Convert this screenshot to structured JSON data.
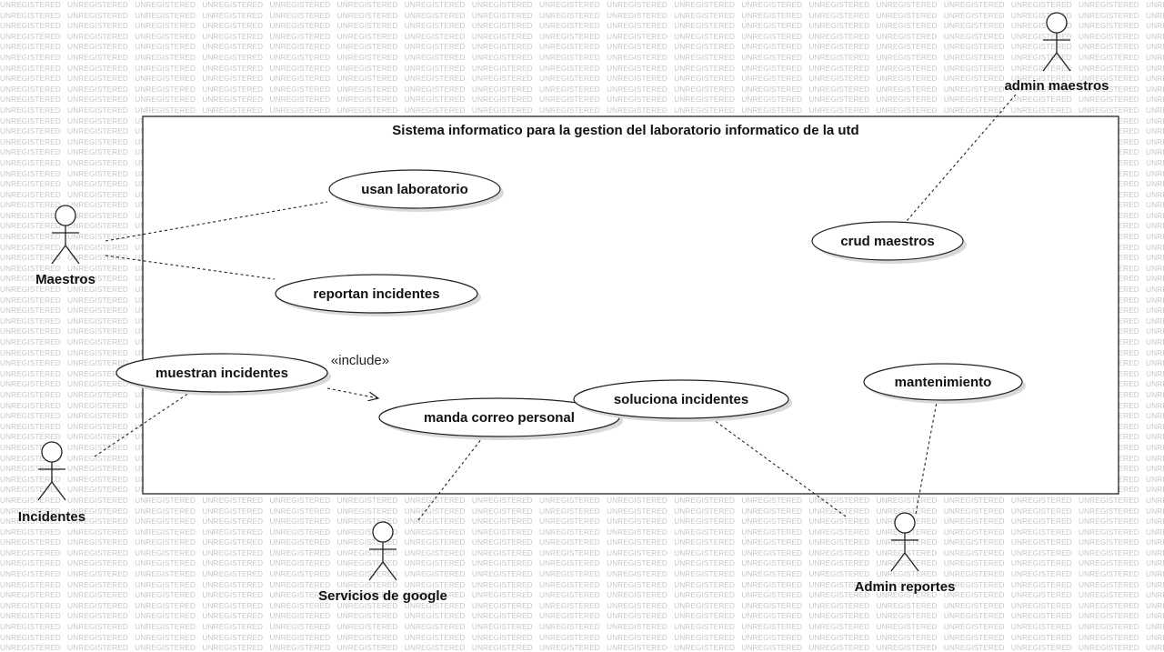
{
  "watermark_text": "UNREGISTERED",
  "system": {
    "title": "Sistema informatico para la gestion del laboratorio informatico de la utd"
  },
  "actors": {
    "maestros": "Maestros",
    "incidentes": "Incidentes",
    "servicios_google": "Servicios de google",
    "admin_reportes": "Admin reportes",
    "admin_maestros": "admin maestros"
  },
  "use_cases": {
    "usan_laboratorio": "usan laboratorio",
    "reportan_incidentes": "reportan incidentes",
    "muestran_incidentes": "muestran incidentes",
    "manda_correo_personal": "manda correo personal",
    "soluciona_incidentes": "soluciona incidentes",
    "crud_maestros": "crud maestros",
    "mantenimiento": "mantenimiento"
  },
  "relations": {
    "include_label": "«include»"
  }
}
